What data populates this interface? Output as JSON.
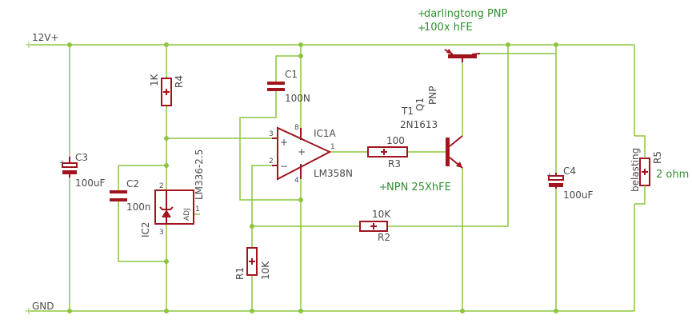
{
  "nets": {
    "vcc": "12V+",
    "gnd": "GND"
  },
  "notes": {
    "darlington_1": "darlingtong PNP",
    "darlington_2": "100x hFE",
    "npn": "NPN 25XhFE"
  },
  "parts": {
    "r4": {
      "ref": "R4",
      "value": "1K"
    },
    "c1": {
      "ref": "C1",
      "value": "100N"
    },
    "c2": {
      "ref": "C2",
      "value": "100n"
    },
    "c3": {
      "ref": "C3",
      "value": "100uF"
    },
    "c4": {
      "ref": "C4",
      "value": "100uF"
    },
    "ic1a": {
      "ref": "IC1A",
      "value": "LM358N",
      "pin_out": "1",
      "pin_plus": "3",
      "pin_minus": "2",
      "pin_vcc": "8",
      "pin_gnd": "4",
      "plus_sign": "+",
      "minus_sign": "−"
    },
    "ic2": {
      "ref": "IC2",
      "value": "LM336-2.5",
      "adj": "ADJ",
      "pin1": "1",
      "pin2": "2",
      "pin3": "3"
    },
    "r3": {
      "ref": "R3",
      "value": "100"
    },
    "r2": {
      "ref": "R2",
      "value": "10K"
    },
    "r1": {
      "ref": "R1",
      "value": "10K"
    },
    "q1": {
      "ref": "Q1",
      "type": "PNP"
    },
    "t1": {
      "ref": "T1",
      "type": "2N1613"
    },
    "r5": {
      "ref": "R5",
      "value": "2 ohm",
      "note": "belasting"
    }
  },
  "colors": {
    "wire": "#8cc63f",
    "part": "#a0141e",
    "text": "#4a4a4a",
    "note": "#2f8f2f"
  }
}
